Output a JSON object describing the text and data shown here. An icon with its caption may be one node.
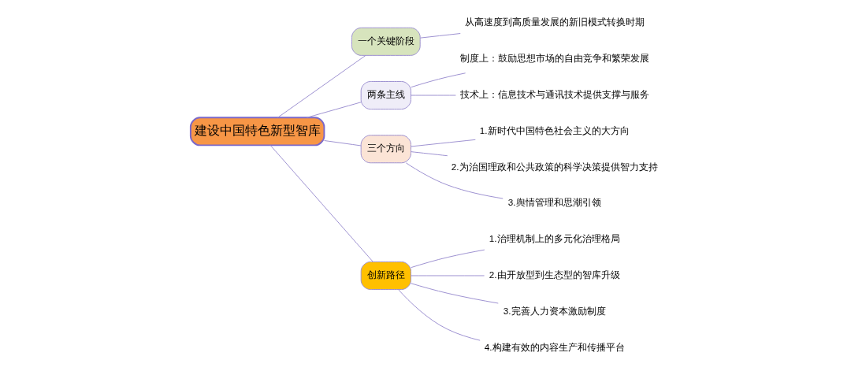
{
  "diagram": {
    "nodes": [
      {
        "text": [
          "建设中国特色新型智库"
        ]
      },
      {
        "text": [
          "一个关键阶段"
        ]
      },
      {
        "text": [
          "从高速度到高质量发展的新旧模式转换时期"
        ]
      },
      {
        "text": [
          "两条主线"
        ]
      },
      {
        "text": [
          "制度上：鼓励思想市场的自由竞争和繁荣发展"
        ]
      },
      {
        "text": [
          "技术上：信息技术与通讯技术提供支撑与服务"
        ]
      },
      {
        "text": [
          "三个方向"
        ]
      },
      {
        "text": [
          "1.新时代中国特色社会主义的大方向"
        ]
      },
      {
        "text": [
          "2.为治国理政和公共政策的科学决策提供智力支持"
        ]
      },
      {
        "text": [
          "3.舆情管理和思潮引领"
        ]
      },
      {
        "text": [
          "创新路径"
        ]
      },
      {
        "text": [
          "1.治理机制上的多元化治理格局"
        ]
      },
      {
        "text": [
          "2.由开放型到生态型的智库升级"
        ]
      },
      {
        "text": [
          "3.完善人力资本激励制度"
        ]
      },
      {
        "text": [
          "4.构建有效的内容生产和传播平台"
        ]
      }
    ],
    "edges": [
      {
        "from": 0,
        "to": 1,
        "arrow": "none"
      },
      {
        "from": 1,
        "to": 2,
        "arrow": "none"
      },
      {
        "from": 0,
        "to": 3,
        "arrow": "none"
      },
      {
        "from": 3,
        "to": 4,
        "arrow": "none"
      },
      {
        "from": 3,
        "to": 5,
        "arrow": "none"
      },
      {
        "from": 0,
        "to": 6,
        "arrow": "none"
      },
      {
        "from": 6,
        "to": 7,
        "arrow": "none"
      },
      {
        "from": 6,
        "to": 8,
        "arrow": "none"
      },
      {
        "from": 6,
        "to": 9,
        "arrow": "none"
      },
      {
        "from": 0,
        "to": 10,
        "arrow": "none"
      },
      {
        "from": 10,
        "to": 11,
        "arrow": "none"
      },
      {
        "from": 10,
        "to": 12,
        "arrow": "none"
      },
      {
        "from": 10,
        "to": 13,
        "arrow": "none"
      },
      {
        "from": 10,
        "to": 14,
        "arrow": "none"
      }
    ]
  }
}
